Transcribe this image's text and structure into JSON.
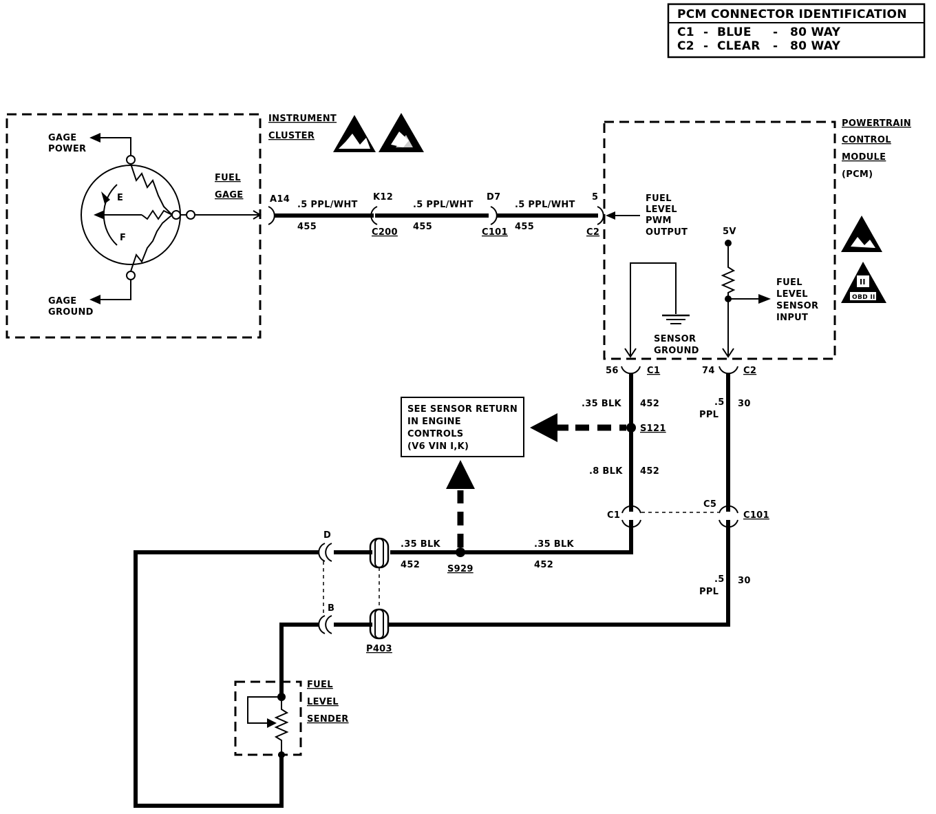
{
  "pcm_table": {
    "title": "PCM CONNECTOR IDENTIFICATION",
    "rows": [
      {
        "id": "C1",
        "dash1": "-",
        "color": "BLUE",
        "dash2": "-",
        "size": "80 WAY"
      },
      {
        "id": "C2",
        "dash1": "-",
        "color": "CLEAR",
        "dash2": "-",
        "size": "80 WAY"
      }
    ]
  },
  "instrument_cluster": {
    "name_line1": "INSTRUMENT",
    "name_line2": "CLUSTER",
    "gage_power_1": "GAGE",
    "gage_power_2": "POWER",
    "gage_ground_1": "GAGE",
    "gage_ground_2": "GROUND",
    "e_label": "E",
    "f_label": "F",
    "fuel_gage_1": "FUEL",
    "fuel_gage_2": "GAGE"
  },
  "pcm": {
    "name_line1": "POWERTRAIN",
    "name_line2": "CONTROL",
    "name_line3": "MODULE",
    "name_line4": "(PCM)",
    "pwm_1": "FUEL",
    "pwm_2": "LEVEL",
    "pwm_3": "PWM",
    "pwm_4": "OUTPUT",
    "v5": "5V",
    "sensor_input_1": "FUEL",
    "sensor_input_2": "LEVEL",
    "sensor_input_3": "SENSOR",
    "sensor_input_4": "INPUT",
    "sensor_ground_1": "SENSOR",
    "sensor_ground_2": "GROUND",
    "obd": "OBD II",
    "obd_roman": "II"
  },
  "top_circuit": {
    "a14": "A14",
    "k12": "K12",
    "d7": "D7",
    "pin5": "5",
    "wire1": ".5 PPL/WHT",
    "wire2": ".5 PPL/WHT",
    "wire3": ".5 PPL/WHT",
    "circ1": "455",
    "circ2": "455",
    "circ3": "455",
    "c200": "C200",
    "c101": "C101",
    "c2": "C2"
  },
  "pcm_pins": {
    "p56": "56",
    "c1": "C1",
    "p74": "74",
    "c2": "C2"
  },
  "ground_circuit": {
    "w1": ".35 BLK",
    "c1": "452",
    "s121": "S121",
    "w2": ".8 BLK",
    "c2": "452",
    "c1_conn": "C1",
    "w3": ".35 BLK",
    "c3": "452",
    "w4": ".35 BLK",
    "c4": "452",
    "s929": "S929"
  },
  "signal_circuit": {
    "w1a": ".5",
    "w1b": "PPL",
    "c1": "30",
    "c5": "C5",
    "c101": "C101",
    "w2a": ".5",
    "w2b": "PPL",
    "c2": "30"
  },
  "see_box": {
    "line1": "SEE SENSOR RETURN",
    "line2": "IN ENGINE",
    "line3": "CONTROLS",
    "line4": "(V6 VIN I,K)"
  },
  "lower_conn": {
    "d": "D",
    "b": "B",
    "p403": "P403"
  },
  "sender": {
    "line1": "FUEL",
    "line2": "LEVEL",
    "line3": "SENDER"
  }
}
